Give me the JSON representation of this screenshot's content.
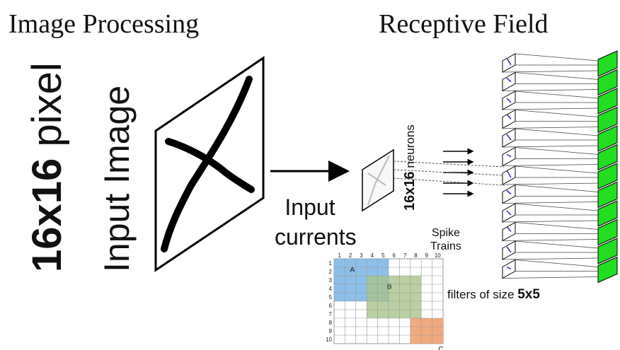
{
  "titles": {
    "left": "Image Processing",
    "right": "Receptive Field"
  },
  "input_image": {
    "size_label": "16x16",
    "pixel_word": "pixel",
    "caption": "Input Image"
  },
  "arrow_label": {
    "line1": "Input",
    "line2": "currents"
  },
  "neurons": {
    "size_label": "16x16",
    "word": "neurons"
  },
  "spike": {
    "line1": "Spike",
    "line2": "Trains"
  },
  "filter_grid": {
    "col_numbers": [
      "1",
      "2",
      "3",
      "4",
      "5",
      "6",
      "7",
      "8",
      "9",
      "10"
    ],
    "row_numbers": [
      "1",
      "2",
      "3",
      "4",
      "5",
      "6",
      "7",
      "8",
      "9",
      "10"
    ],
    "regions": [
      {
        "label": "A",
        "color": "#7fb8e6"
      },
      {
        "label": "B",
        "color": "#a9c48c"
      },
      {
        "label": "C",
        "color": "#f0a070"
      }
    ]
  },
  "filters_caption": {
    "text": "filters of size",
    "size": "5x5"
  },
  "receptive_field": {
    "count": 12,
    "green": "#22dd22"
  }
}
